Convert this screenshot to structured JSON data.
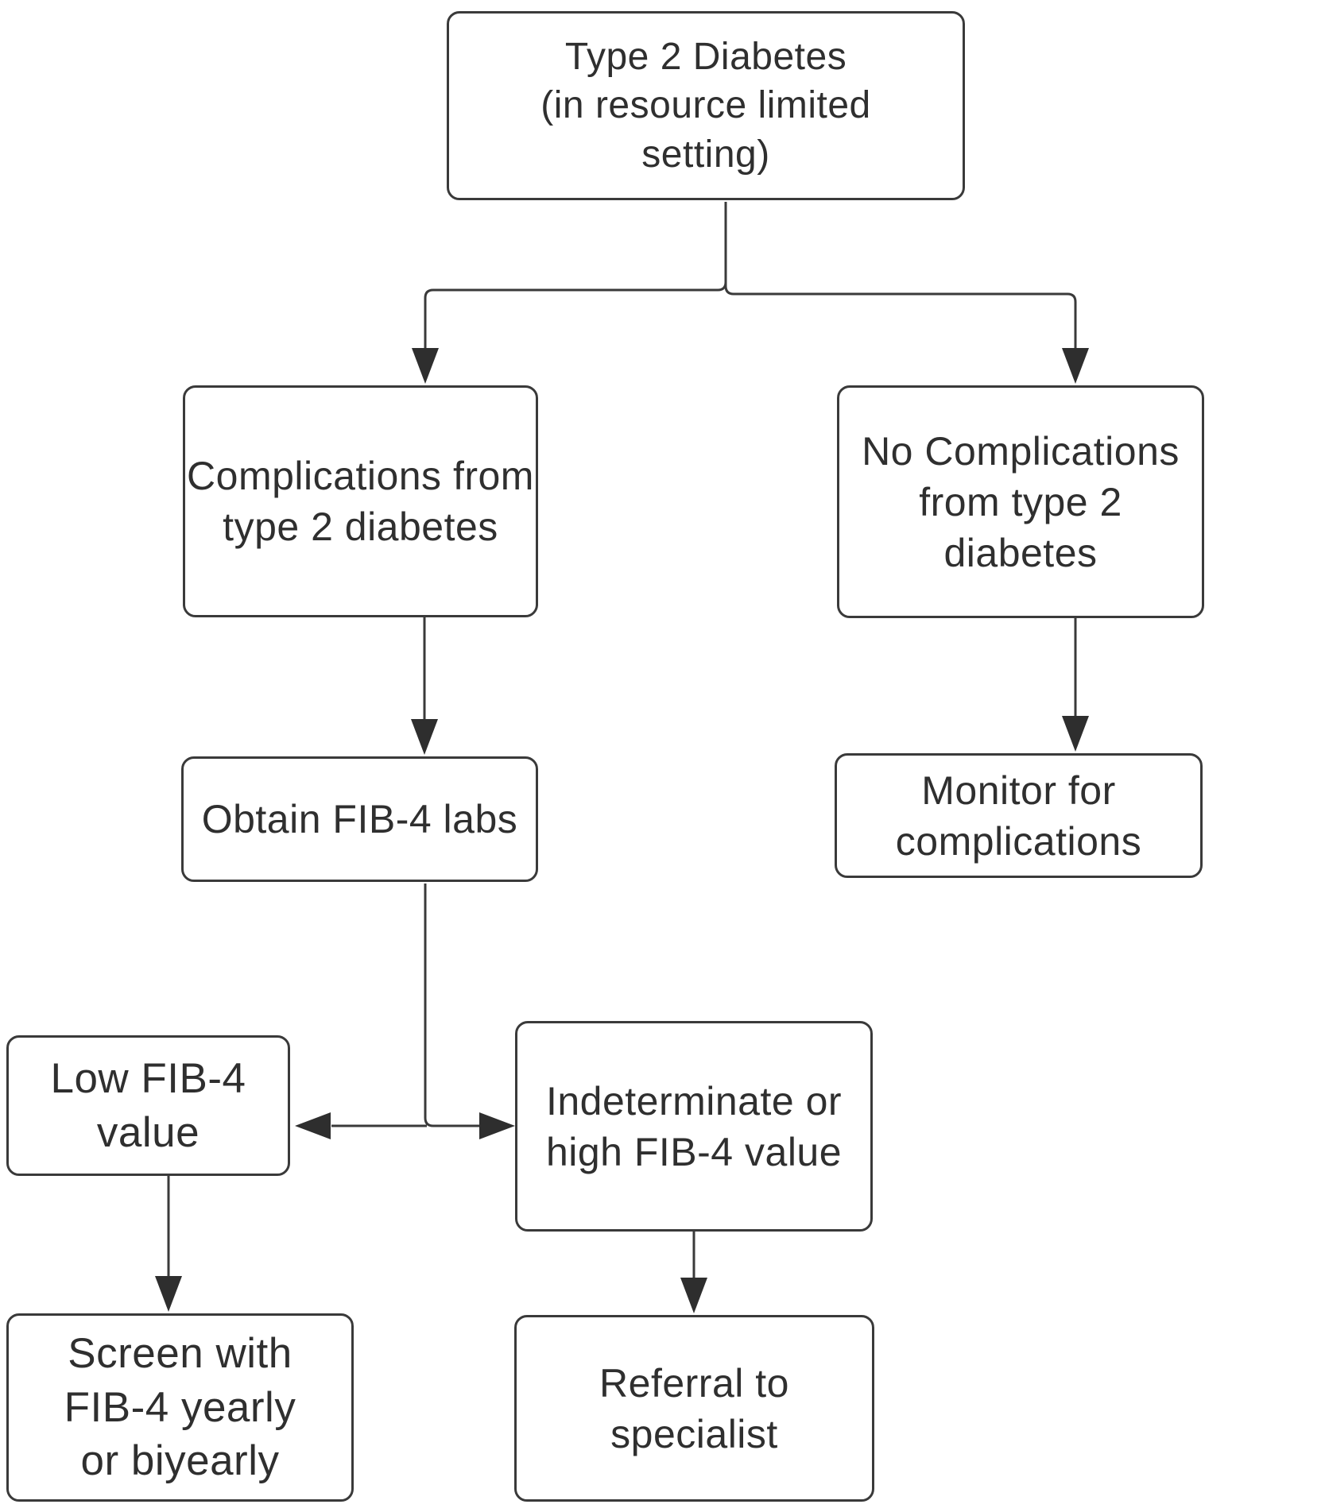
{
  "diagram": {
    "background": "#ffffff",
    "stroke_color": "#3a3a3a",
    "arrow_color": "#2e2e2e",
    "text_color": "#2f2f2f",
    "node_fill": "#ffffff",
    "nodes": {
      "type_2_diabetes": {
        "label": "Type 2 Diabetes\n(in resource limited\nsetting)"
      },
      "complications": {
        "label": "Complications from\ntype 2 diabetes"
      },
      "no_complications": {
        "label": "No Complications\nfrom type 2\ndiabetes"
      },
      "obtain_fib4_labs": {
        "label": "Obtain FIB-4 labs"
      },
      "monitor_complications": {
        "label": "Monitor for\ncomplications"
      },
      "low_fib4": {
        "label": "Low FIB-4\nvalue"
      },
      "indeterminate_high_fib4": {
        "label": "Indeterminate or\nhigh FIB-4 value"
      },
      "screen_fib4": {
        "label": "Screen with\nFIB-4 yearly\nor biyearly"
      },
      "referral_specialist": {
        "label": "Referral to\nspecialist"
      }
    },
    "edges": [
      {
        "from": "type_2_diabetes",
        "to": "complications"
      },
      {
        "from": "type_2_diabetes",
        "to": "no_complications"
      },
      {
        "from": "complications",
        "to": "obtain_fib4_labs"
      },
      {
        "from": "no_complications",
        "to": "monitor_complications"
      },
      {
        "from": "obtain_fib4_labs",
        "to": "low_fib4"
      },
      {
        "from": "obtain_fib4_labs",
        "to": "indeterminate_high_fib4"
      },
      {
        "from": "low_fib4",
        "to": "screen_fib4"
      },
      {
        "from": "indeterminate_high_fib4",
        "to": "referral_specialist"
      }
    ]
  }
}
